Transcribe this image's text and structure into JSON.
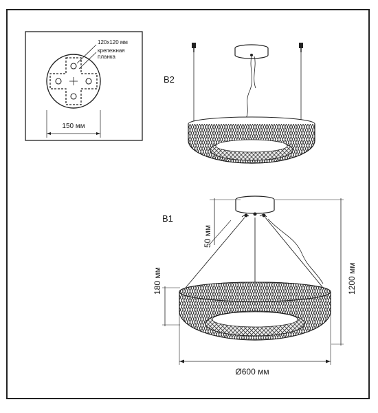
{
  "detail": {
    "plate_size": "120x120 мм",
    "mount_label_line1": "крепежная",
    "mount_label_line2": "планка",
    "canopy_diameter": "150 мм"
  },
  "views": {
    "b2_label": "B2",
    "b1_label": "B1"
  },
  "dimensions": {
    "canopy_height": "50 мм",
    "ring_height": "180 мм",
    "total_height": "1200 мм",
    "diameter": "Ø600 мм"
  },
  "colors": {
    "line": "#1a1a1a",
    "crystal": "#3a3a3a"
  }
}
